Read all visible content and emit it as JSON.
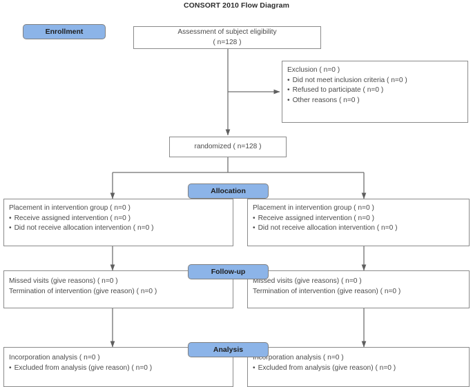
{
  "title": "CONSORT 2010 Flow Diagram",
  "colors": {
    "badge_fill": "#8cb4e8",
    "badge_border": "#7f7f7f",
    "box_border": "#8a8a8a",
    "text": "#4a4a4a",
    "line": "#6f6f6f"
  },
  "badges": {
    "enrollment": "Enrollment",
    "allocation": "Allocation",
    "followup": "Follow-up",
    "analysis": "Analysis"
  },
  "eligibility": {
    "line1": "Assessment of subject eligibility",
    "line2": "( n=128 )"
  },
  "exclusion": {
    "heading": "Exclusion ( n=0 )",
    "items": [
      "Did not meet inclusion criteria ( n=0 )",
      "Refused to participate ( n=0 )",
      "Other reasons ( n=0 )"
    ]
  },
  "randomized": {
    "label": "randomized ( n=128 )"
  },
  "allocation_left": {
    "heading": "Placement in intervention group ( n=0 )",
    "items": [
      "Receive assigned intervention ( n=0 )",
      "Did not receive allocation  intervention ( n=0 )"
    ]
  },
  "allocation_right": {
    "heading": "Placement in intervention group ( n=0 )",
    "items": [
      "Receive assigned intervention ( n=0 )",
      "Did not receive allocation  intervention ( n=0 )"
    ]
  },
  "followup_left": {
    "line1": "Missed visits (give reasons) ( n=0 )",
    "line2": "Termination of intervention (give reason) ( n=0 )"
  },
  "followup_right": {
    "line1": "Missed visits (give reasons) ( n=0 )",
    "line2": "Termination of intervention (give reason) ( n=0 )"
  },
  "analysis_left": {
    "heading": "Incorporation analysis ( n=0 )",
    "items": [
      "Excluded from analysis (give reason) ( n=0 )"
    ]
  },
  "analysis_right": {
    "heading": "Incorporation analysis ( n=0 )",
    "items": [
      "Excluded from analysis (give reason) ( n=0 )"
    ]
  },
  "chart_data": {
    "type": "diagram",
    "title": "CONSORT 2010 Flow Diagram",
    "stages": [
      "Enrollment",
      "Allocation",
      "Follow-up",
      "Analysis"
    ],
    "nodes": [
      {
        "id": "eligibility",
        "stage": "Enrollment",
        "text": "Assessment of subject eligibility ( n=128 )",
        "n": 128
      },
      {
        "id": "exclusion",
        "stage": "Enrollment",
        "text": "Exclusion ( n=0 )",
        "n": 0
      },
      {
        "id": "randomized",
        "stage": "Enrollment",
        "text": "randomized ( n=128 )",
        "n": 128
      },
      {
        "id": "allocation-left",
        "stage": "Allocation",
        "text": "Placement in intervention group ( n=0 )",
        "n": 0
      },
      {
        "id": "allocation-right",
        "stage": "Allocation",
        "text": "Placement in intervention group ( n=0 )",
        "n": 0
      },
      {
        "id": "followup-left",
        "stage": "Follow-up",
        "text": "Missed visits (give reasons) ( n=0 )",
        "n": 0
      },
      {
        "id": "followup-right",
        "stage": "Follow-up",
        "text": "Missed visits (give reasons) ( n=0 )",
        "n": 0
      },
      {
        "id": "analysis-left",
        "stage": "Analysis",
        "text": "Incorporation analysis ( n=0 )",
        "n": 0
      },
      {
        "id": "analysis-right",
        "stage": "Analysis",
        "text": "Incorporation analysis ( n=0 )",
        "n": 0
      }
    ],
    "edges": [
      {
        "from": "eligibility",
        "to": "exclusion"
      },
      {
        "from": "eligibility",
        "to": "randomized"
      },
      {
        "from": "randomized",
        "to": "allocation-left"
      },
      {
        "from": "randomized",
        "to": "allocation-right"
      },
      {
        "from": "allocation-left",
        "to": "followup-left"
      },
      {
        "from": "allocation-right",
        "to": "followup-right"
      },
      {
        "from": "followup-left",
        "to": "analysis-left"
      },
      {
        "from": "followup-right",
        "to": "analysis-right"
      }
    ]
  }
}
